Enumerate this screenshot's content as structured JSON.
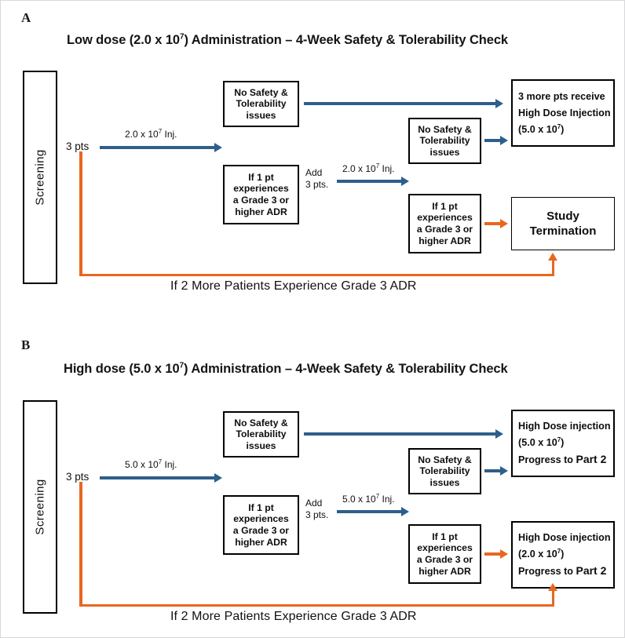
{
  "figure": {
    "border_color": "#d8d8dc",
    "blue": "#2d5f8b",
    "orange": "#e8671f"
  },
  "panels": [
    {
      "letter": "A",
      "title_prefix": "Low dose (2.0 x 10",
      "title_sup": "7",
      "title_suffix": ") Administration – 4-Week Safety & Tolerability Check",
      "screening_label": "Screening",
      "start_label": "3 pts",
      "inject_label_1_prefix": "2.0 x 10",
      "inject_label_1_sup": "7",
      "inject_label_1_suffix": " Inj.",
      "inject_label_2_prefix": "2.0 x 10",
      "inject_label_2_sup": "7",
      "inject_label_2_suffix": " Inj.",
      "add_pts_line1": "Add",
      "add_pts_line2": "3 pts.",
      "bottom_note": "If 2 More Patients Experience Grade 3 ADR",
      "node_no_safety_top": [
        "No Safety &",
        "Tolerability",
        "issues"
      ],
      "node_adr_mid": [
        "If 1 pt",
        "experiences",
        "a Grade 3 or",
        "higher ADR"
      ],
      "node_no_safety_mid": [
        "No Safety &",
        "Tolerability",
        "issues"
      ],
      "node_adr_low": [
        "If 1 pt",
        "experiences",
        "a Grade 3 or",
        "higher ADR"
      ],
      "node_outcome_top_l1": "3 more pts receive",
      "node_outcome_top_l2": "High Dose Injection",
      "node_outcome_top_l3_prefix": "(5.0 x 10",
      "node_outcome_top_l3_sup": "7",
      "node_outcome_top_l3_suffix": ")",
      "node_outcome_bottom": [
        "Study",
        "Termination"
      ]
    },
    {
      "letter": "B",
      "title_prefix": "High dose (5.0 x 10",
      "title_sup": "7",
      "title_suffix": ") Administration – 4-Week Safety & Tolerability Check",
      "screening_label": "Screening",
      "start_label": "3 pts",
      "inject_label_1_prefix": "5.0 x 10",
      "inject_label_1_sup": "7",
      "inject_label_1_suffix": " Inj.",
      "inject_label_2_prefix": "5.0 x 10",
      "inject_label_2_sup": "7",
      "inject_label_2_suffix": " Inj.",
      "add_pts_line1": "Add",
      "add_pts_line2": "3 pts.",
      "bottom_note": "If 2 More Patients Experience Grade 3 ADR",
      "node_no_safety_top": [
        "No Safety &",
        "Tolerability",
        "issues"
      ],
      "node_adr_mid": [
        "If 1 pt",
        "experiences",
        "a Grade 3 or",
        "higher ADR"
      ],
      "node_no_safety_mid": [
        "No Safety &",
        "Tolerability",
        "issues"
      ],
      "node_adr_low": [
        "If 1 pt",
        "experiences",
        "a Grade 3 or",
        "higher ADR"
      ],
      "node_outcome_top_l1": "High Dose injection",
      "node_outcome_top_l2_prefix": "(5.0 x 10",
      "node_outcome_top_l2_sup": "7",
      "node_outcome_top_l2_suffix": ")",
      "node_outcome_top_l3_pre": "Progress to ",
      "node_outcome_top_l3_strong": "Part 2",
      "node_outcome_bottom_l1": "High Dose injection",
      "node_outcome_bottom_l2_prefix": "(2.0 x 10",
      "node_outcome_bottom_l2_sup": "7",
      "node_outcome_bottom_l2_suffix": ")",
      "node_outcome_bottom_l3_pre": "Progress to ",
      "node_outcome_bottom_l3_strong": "Part 2"
    }
  ]
}
